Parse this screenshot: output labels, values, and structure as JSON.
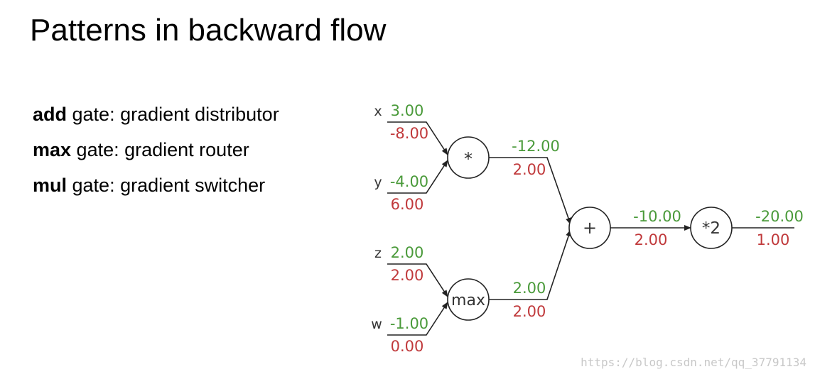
{
  "title": "Patterns in backward flow",
  "bullets": [
    {
      "bold": "add",
      "rest": " gate: gradient distributor"
    },
    {
      "bold": "max",
      "rest": " gate: gradient router"
    },
    {
      "bold": "mul",
      "rest": " gate: gradient switcher"
    }
  ],
  "graph": {
    "colors": {
      "forward": "#4a9a3a",
      "gradient": "#c0393b",
      "line": "#222222"
    },
    "inputs": [
      {
        "name": "x",
        "value": "3.00",
        "grad": "-8.00"
      },
      {
        "name": "y",
        "value": "-4.00",
        "grad": "6.00"
      },
      {
        "name": "z",
        "value": "2.00",
        "grad": "2.00"
      },
      {
        "name": "w",
        "value": "-1.00",
        "grad": "0.00"
      }
    ],
    "nodes": {
      "mul": "*",
      "max": "max",
      "add": "+",
      "times2": "*2"
    },
    "edges": {
      "mul_out": {
        "value": "-12.00",
        "grad": "2.00"
      },
      "max_out": {
        "value": "2.00",
        "grad": "2.00"
      },
      "add_out": {
        "value": "-10.00",
        "grad": "2.00"
      },
      "final_out": {
        "value": "-20.00",
        "grad": "1.00"
      }
    }
  },
  "watermark": "https://blog.csdn.net/qq_37791134"
}
